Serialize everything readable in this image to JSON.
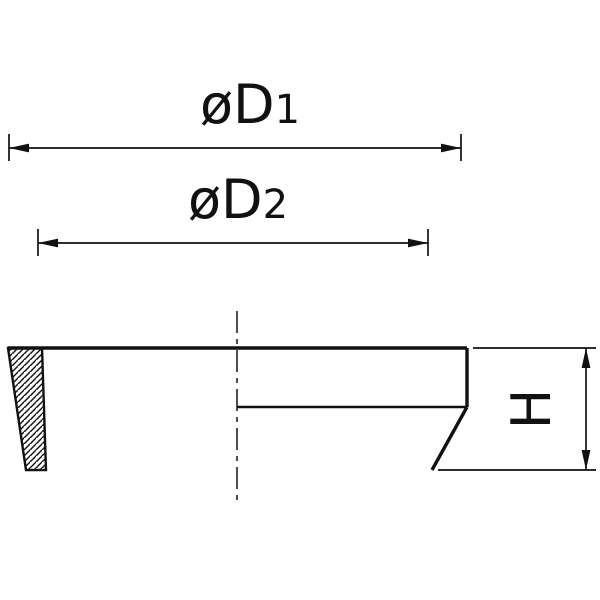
{
  "title": "Technical drawing of a conical seat washer cross-section with diameter and height dimensions",
  "drawing": {
    "dimensions": {
      "d1": {
        "symbol": "øD",
        "subscript": "1"
      },
      "d2": {
        "symbol": "øD",
        "subscript": "2"
      },
      "h": {
        "label": "H"
      }
    },
    "colors": {
      "line": "#111111",
      "background": "#ffffff"
    }
  }
}
